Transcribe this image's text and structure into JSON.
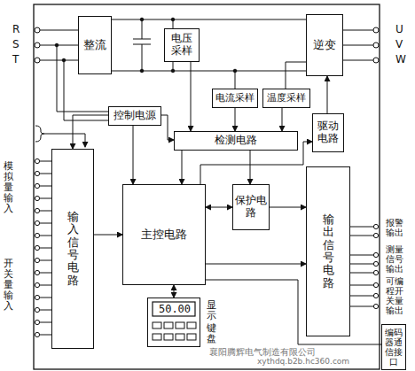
{
  "diagram": {
    "nodes": [
      {
        "text": [
          "整流"
        ]
      },
      {
        "text": [
          "电压采样"
        ]
      },
      {
        "text": [
          "逆变"
        ]
      },
      {
        "text": [
          "电流采样"
        ]
      },
      {
        "text": [
          "温度采样"
        ]
      },
      {
        "text": [
          "控制电源"
        ]
      },
      {
        "text": [
          "驱动电路"
        ]
      },
      {
        "text": [
          "检测电路"
        ]
      },
      {
        "text": [
          "输入信号电路"
        ]
      },
      {
        "text": [
          "主控电路"
        ]
      },
      {
        "text": [
          "保护电路"
        ]
      },
      {
        "text": [
          "输出信号电路"
        ]
      },
      {
        "text": [
          "50.00",
          "显示",
          "键盘"
        ]
      },
      {
        "text": [
          "编码器通信接口"
        ]
      }
    ],
    "edges": [
      {
        "from": 0,
        "to": 2,
        "arrow": "none"
      },
      {
        "from": 0,
        "to": 2,
        "arrow": "none"
      },
      {
        "from": 1,
        "to": 7,
        "arrow": "to"
      },
      {
        "from": 3,
        "to": 7,
        "arrow": "to"
      },
      {
        "from": 4,
        "to": 7,
        "arrow": "to"
      },
      {
        "from": 2,
        "to": 4,
        "arrow": "none"
      },
      {
        "from": 6,
        "to": 2,
        "arrow": "to"
      },
      {
        "from": 5,
        "to": 7,
        "arrow": "to"
      },
      {
        "from": 5,
        "to": 8,
        "arrow": "to"
      },
      {
        "from": 5,
        "to": 9,
        "arrow": "to"
      },
      {
        "from": 7,
        "to": 9,
        "arrow": "to"
      },
      {
        "from": 7,
        "to": 10,
        "arrow": "to"
      },
      {
        "from": 9,
        "to": 6,
        "arrow": "to"
      },
      {
        "from": 8,
        "to": 9,
        "arrow": "to"
      },
      {
        "from": 9,
        "to": 10,
        "arrow": "both"
      },
      {
        "from": 10,
        "to": 11,
        "arrow": "to"
      },
      {
        "from": 9,
        "to": 11,
        "arrow": "to"
      },
      {
        "from": 9,
        "to": 12,
        "arrow": "both"
      },
      {
        "from": 9,
        "to": 13,
        "arrow": "none"
      }
    ],
    "labels": [
      "R",
      "S",
      "T",
      "U",
      "V",
      "W",
      "模拟量输入",
      "开关量输入",
      "报警输出",
      "测量信号输出",
      "可编程开关量输出",
      "襄阳腾辉电气制造有限公司",
      "xythdq.b2b.hc360.com"
    ]
  }
}
